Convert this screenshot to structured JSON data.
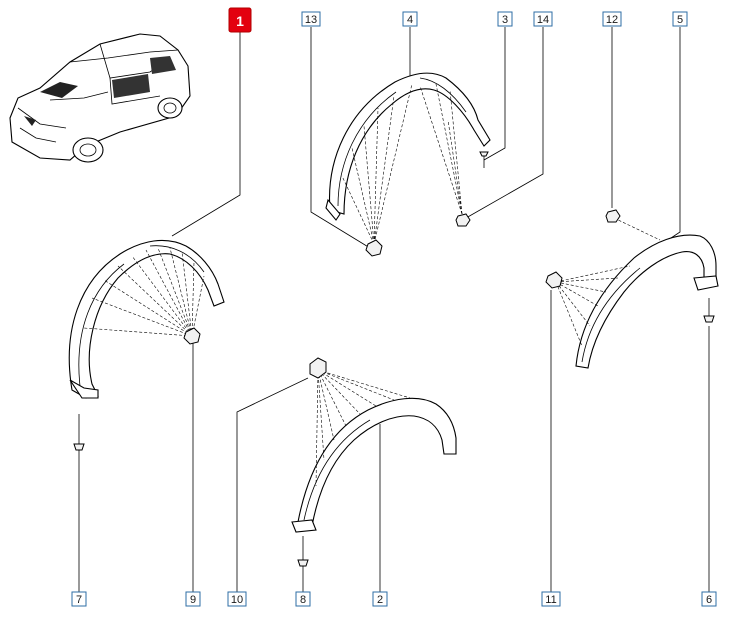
{
  "callouts": [
    {
      "label": "1",
      "highlight": true
    },
    {
      "label": "13"
    },
    {
      "label": "4"
    },
    {
      "label": "3"
    },
    {
      "label": "14"
    },
    {
      "label": "12"
    },
    {
      "label": "5"
    },
    {
      "label": "7"
    },
    {
      "label": "9"
    },
    {
      "label": "10"
    },
    {
      "label": "8"
    },
    {
      "label": "2"
    },
    {
      "label": "11"
    },
    {
      "label": "6"
    }
  ],
  "colors": {
    "callout_border": "#2e6da4",
    "callout_text": "#1a1a1a",
    "highlight_fill": "#e3000f",
    "highlight_text": "#ffffff",
    "line": "#000000"
  }
}
